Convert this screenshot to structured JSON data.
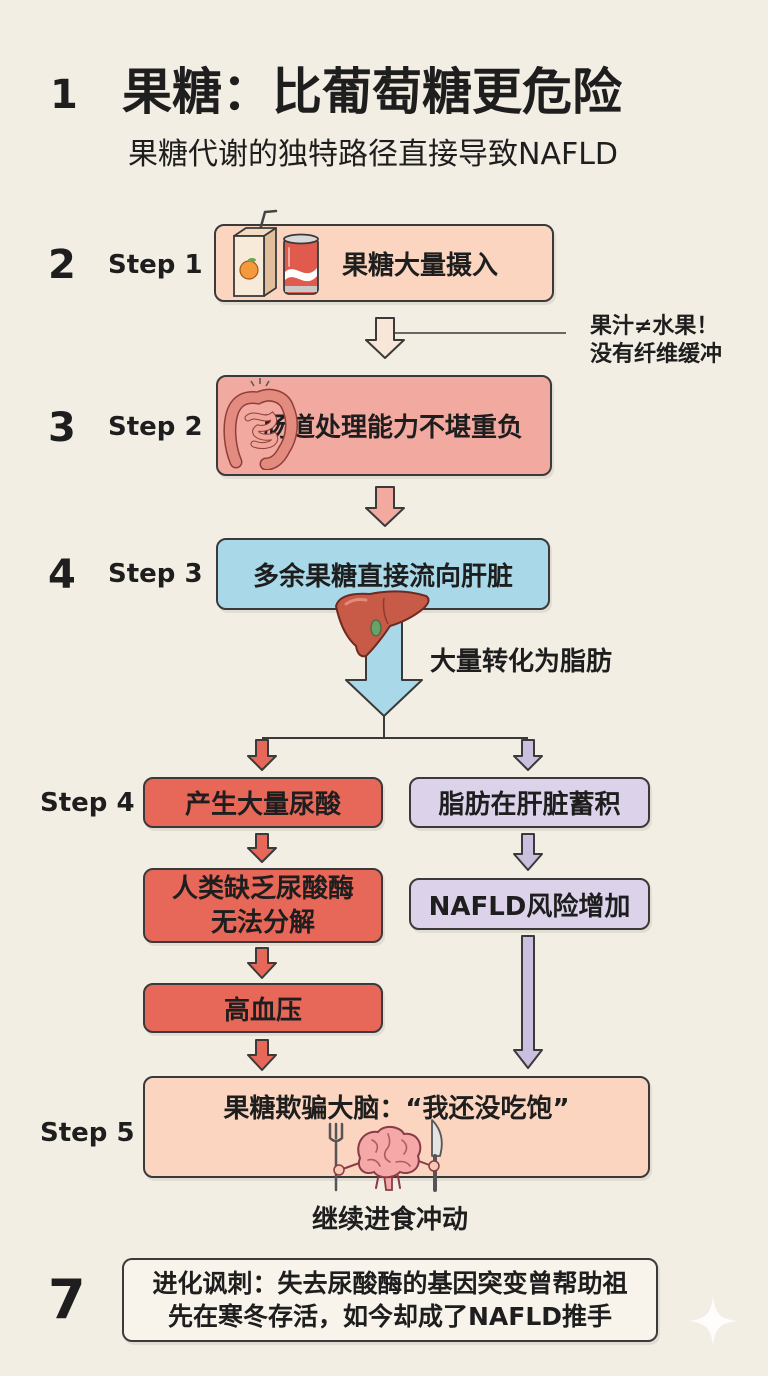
{
  "colors": {
    "background": "#f3eee4",
    "peach": "#fbd5c0",
    "salmon": "#f2a9a0",
    "blue": "#a9d9e8",
    "red": "#e76758",
    "purple": "#dcd2ea",
    "purple_arrow": "#cbbfe0",
    "outline": "#3a3a3a",
    "note_box": "#f8f4ec"
  },
  "header": {
    "number": "1",
    "title": "果糖：比葡萄糖更危险",
    "subtitle": "果糖代谢的独特路径直接导致NAFLD"
  },
  "flow": {
    "step1": {
      "number": "2",
      "label": "Step 1",
      "text": "果糖大量摄入",
      "icons": [
        "juice-box-icon",
        "soda-can-icon"
      ],
      "note_line1": "果汁≠水果！",
      "note_line2": "没有纤维缓冲"
    },
    "step2": {
      "number": "3",
      "label": "Step 2",
      "text": "肠道处理能力不堪重负",
      "icon": "intestine-icon"
    },
    "step3": {
      "number": "4",
      "label": "Step 3",
      "text": "多余果糖直接流向肝脏",
      "icon": "liver-icon",
      "arrow_note": "大量转化为脂肪"
    },
    "step4": {
      "label": "Step 4",
      "left_1": "产生大量尿酸",
      "left_2_line1": "人类缺乏尿酸酶",
      "left_2_line2": "无法分解",
      "left_3": "高血压",
      "right_1": "脂肪在肝脏蓄积",
      "right_2": "NAFLD风险增加"
    },
    "step5": {
      "label": "Step 5",
      "text": "果糖欺骗大脑：“我还没吃饱”",
      "icon": "brain-icon",
      "outcome": "继续进食冲动"
    }
  },
  "footer": {
    "number": "7",
    "line1": "进化讽刺：失去尿酸酶的基因突变曾帮助祖",
    "line2": "先在寒冬存活，如今却成了NAFLD推手"
  }
}
